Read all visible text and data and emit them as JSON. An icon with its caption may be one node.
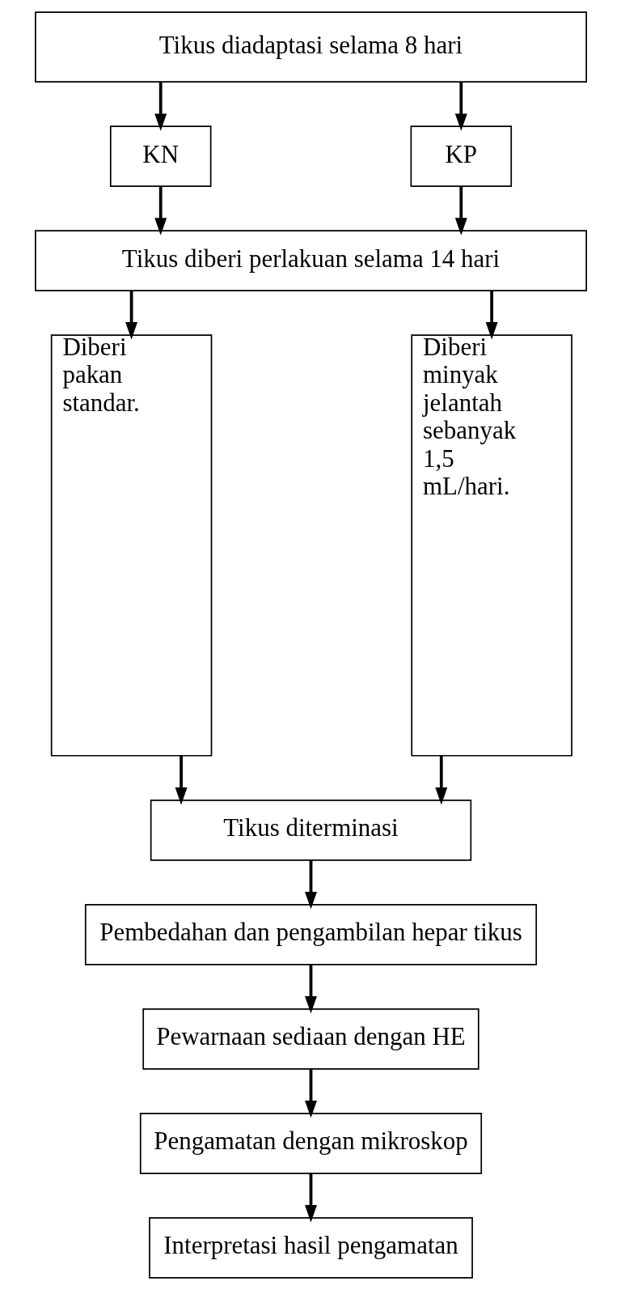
{
  "diagram": {
    "nodes": [
      {
        "text": [
          "Tikus diadaptasi selama 8 hari"
        ]
      },
      {
        "text": [
          "KN"
        ]
      },
      {
        "text": [
          "KP"
        ]
      },
      {
        "text": [
          "Tikus diberi perlakuan selama 14 hari"
        ]
      },
      {
        "text": [
          "Diberi pakan standar."
        ]
      },
      {
        "text": [
          "Diberi minyak jelantah sebanyak 1,5 mL/hari."
        ]
      },
      {
        "text": [
          "Tikus diterminasi"
        ]
      },
      {
        "text": [
          "Pembedahan dan pengambilan hepar tikus"
        ]
      },
      {
        "text": [
          "Pewarnaan sediaan dengan HE"
        ]
      },
      {
        "text": [
          "Pengamatan dengan mikroskop"
        ]
      },
      {
        "text": [
          "Interpretasi hasil pengamatan"
        ]
      }
    ],
    "edges": [
      {
        "from": 0,
        "to": 1,
        "arrow": "to"
      },
      {
        "from": 0,
        "to": 2,
        "arrow": "to"
      },
      {
        "from": 1,
        "to": 3,
        "arrow": "to"
      },
      {
        "from": 2,
        "to": 3,
        "arrow": "to"
      },
      {
        "from": 3,
        "to": 4,
        "arrow": "to"
      },
      {
        "from": 3,
        "to": 5,
        "arrow": "to"
      },
      {
        "from": 4,
        "to": 6,
        "arrow": "to"
      },
      {
        "from": 5,
        "to": 6,
        "arrow": "to"
      },
      {
        "from": 6,
        "to": 7,
        "arrow": "to"
      },
      {
        "from": 7,
        "to": 8,
        "arrow": "to"
      },
      {
        "from": 8,
        "to": 9,
        "arrow": "to"
      },
      {
        "from": 9,
        "to": 10,
        "arrow": "to"
      }
    ]
  }
}
